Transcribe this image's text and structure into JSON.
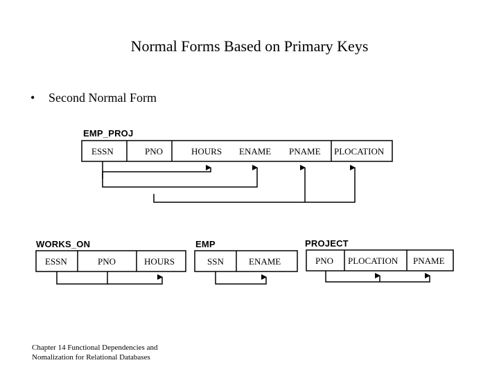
{
  "slide": {
    "title": "Normal Forms Based on Primary Keys",
    "bullet": "•",
    "bullet_text": "Second Normal Form",
    "footer_line1": "Chapter 14 Functional Dependencies and",
    "footer_line2": "Nomalization for Relational Databases"
  },
  "emp_proj": {
    "name": "EMP_PROJ",
    "attributes": [
      "ESSN",
      "PNO",
      "HOURS",
      "ENAME",
      "PNAME",
      "PLOCATION"
    ]
  },
  "works_on": {
    "name": "WORKS_ON",
    "attributes": [
      "ESSN",
      "PNO",
      "HOURS"
    ]
  },
  "emp": {
    "name": "EMP",
    "attributes": [
      "SSN",
      "ENAME"
    ]
  },
  "project": {
    "name": "PROJECT",
    "attributes": [
      "PNO",
      "PLOCATION",
      "PNAME"
    ]
  }
}
